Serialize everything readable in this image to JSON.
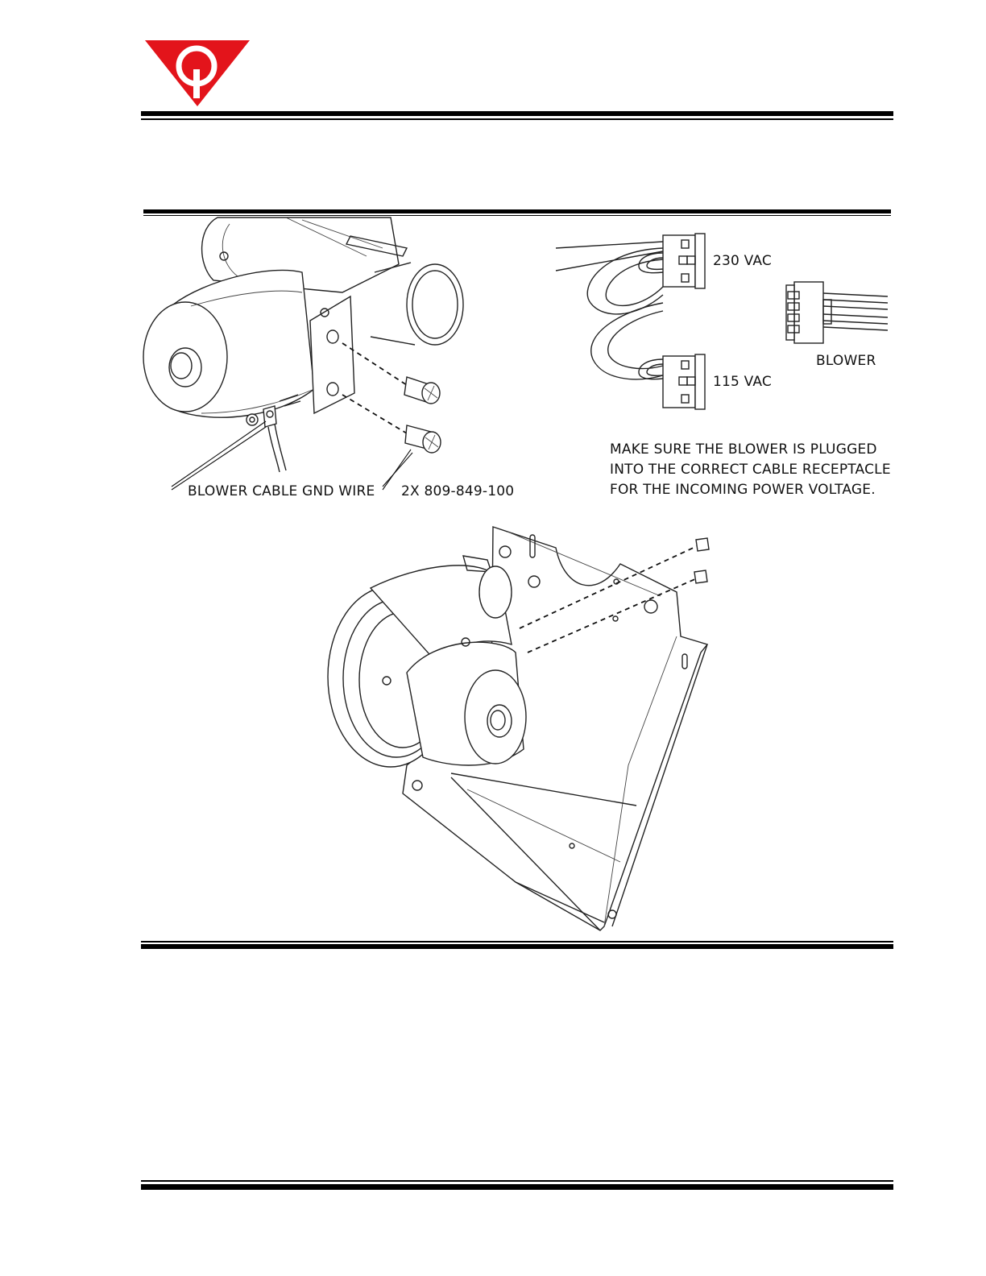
{
  "brand": {
    "logo_icon": "red-triangle-logo-icon",
    "logo_color": "#e3141b"
  },
  "figure": {
    "labels": {
      "gnd_wire": "BLOWER CABLE GND WIRE",
      "screws": "2X 809-849-100",
      "vac230": "230 VAC",
      "vac115": "115 VAC",
      "blower": "BLOWER"
    },
    "note": [
      "MAKE SURE THE BLOWER IS PLUGGED",
      "INTO THE CORRECT CABLE RECEPTACLE",
      "FOR THE INCOMING POWER VOLTAGE."
    ]
  }
}
